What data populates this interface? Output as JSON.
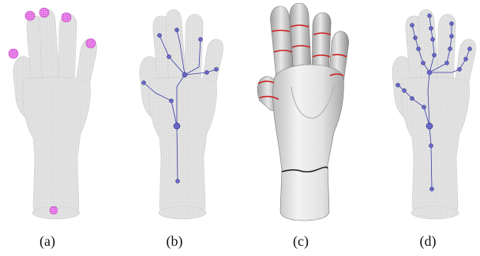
{
  "figure": {
    "panels": [
      {
        "id": "a",
        "caption": "(a)"
      },
      {
        "id": "b",
        "caption": "(b)"
      },
      {
        "id": "c",
        "caption": "(c)"
      },
      {
        "id": "d",
        "caption": "(d)"
      }
    ]
  },
  "colors": {
    "mesh_fill": "#e1e1e1",
    "mesh_stroke": "#c9c9c9",
    "feature_points": "#e05ce0",
    "skeleton": "#3a3aa8",
    "segment_boundary_red": "#cc1f1f",
    "segment_boundary_black": "#222222"
  }
}
